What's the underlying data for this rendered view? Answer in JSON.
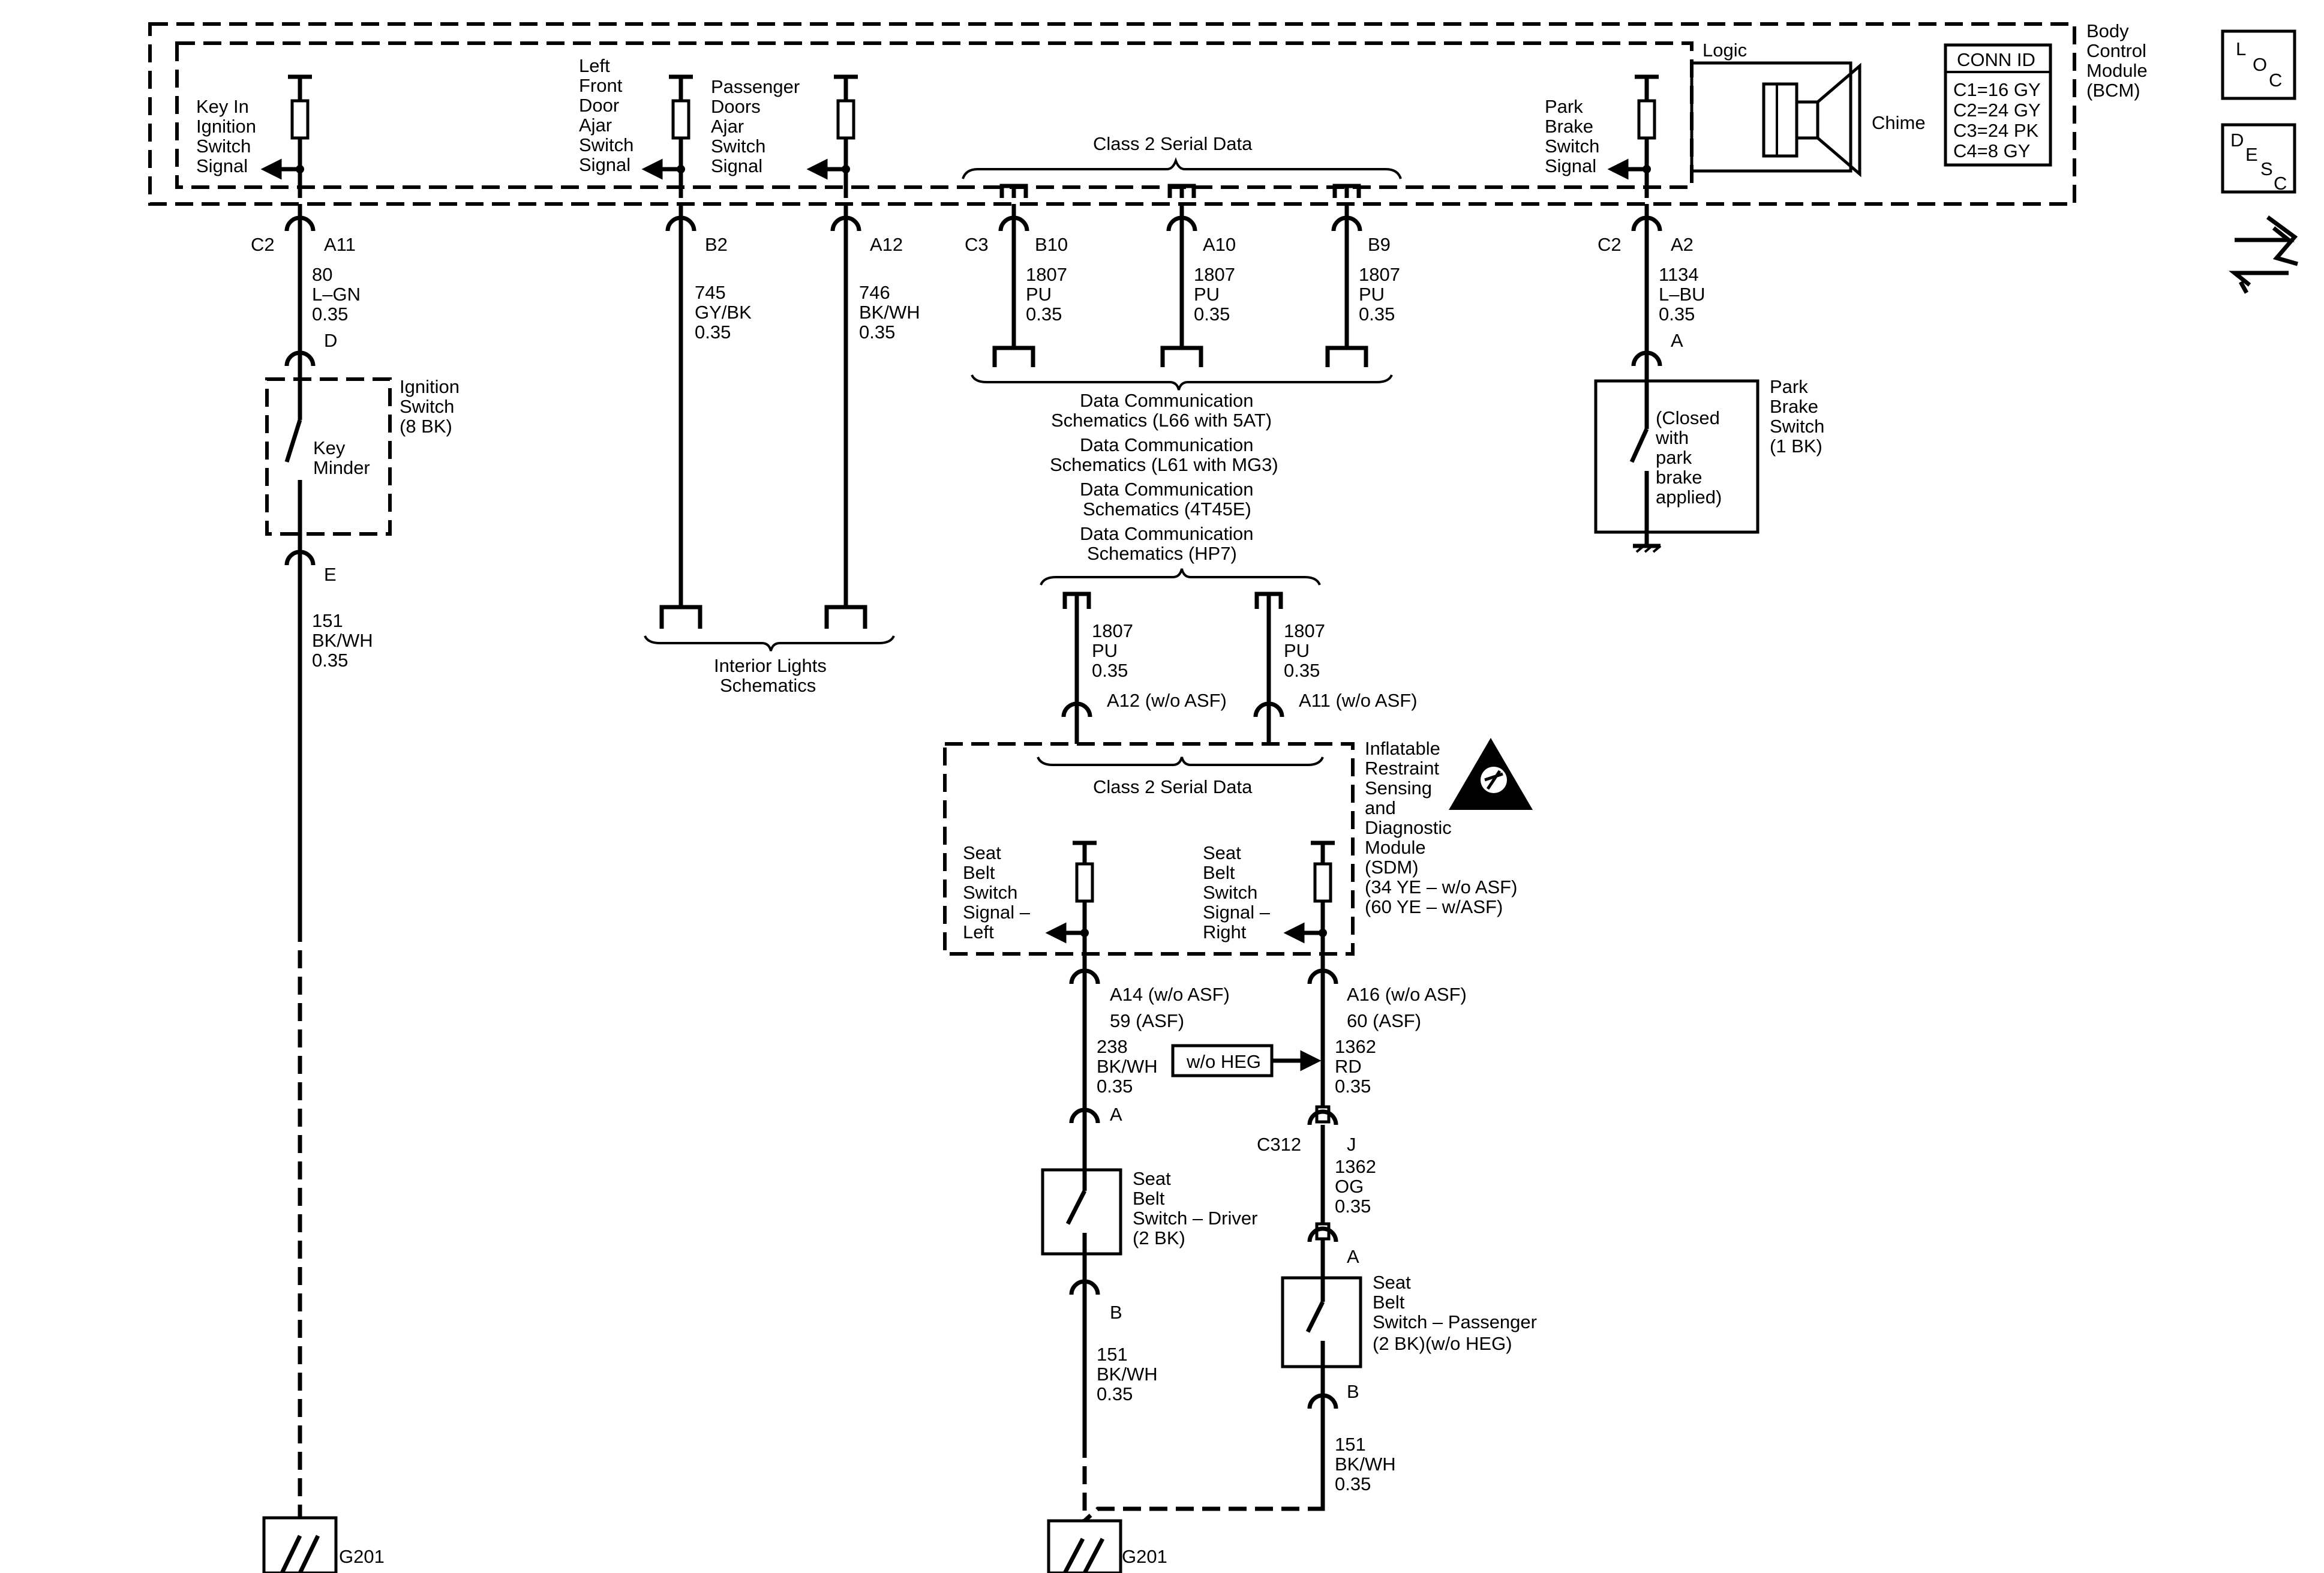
{
  "bcm": {
    "title": [
      "Body",
      "Control",
      "Module",
      "(BCM)"
    ],
    "logic": "Logic",
    "chime": "Chime",
    "conn_header": "CONN ID",
    "conn_rows": [
      "C1=16 GY",
      "C2=24 GY",
      "C3=24 PK",
      "C4=8 GY"
    ],
    "key_in": [
      "Key In",
      "Ignition",
      "Switch",
      "Signal"
    ],
    "lf_door": [
      "Left",
      "Front",
      "Door",
      "Ajar",
      "Switch",
      "Signal"
    ],
    "pass_doors": [
      "Passenger",
      "Doors",
      "Ajar",
      "Switch",
      "Signal"
    ],
    "serial": "Class 2 Serial Data",
    "park_brake_sig": [
      "Park",
      "Brake",
      "Switch",
      "Signal"
    ]
  },
  "side_icons": {
    "loc": [
      "L",
      "O",
      "C"
    ],
    "desc": [
      "D",
      "E",
      "S",
      "C"
    ],
    "connector_icon": "connector-icon"
  },
  "pins": {
    "c2_a11": [
      "C2",
      "A11"
    ],
    "b2": "B2",
    "a12": "A12",
    "c3_b10": [
      "C3",
      "B10"
    ],
    "a10": "A10",
    "b9": "B9",
    "c2_a2": [
      "C2",
      "A2"
    ]
  },
  "wires": {
    "w80": [
      "80",
      "L–GN",
      "0.35"
    ],
    "w745": [
      "745",
      "GY/BK",
      "0.35"
    ],
    "w746": [
      "746",
      "BK/WH",
      "0.35"
    ],
    "w1807a": [
      "1807",
      "PU",
      "0.35"
    ],
    "w1807b": [
      "1807",
      "PU",
      "0.35"
    ],
    "w1807c": [
      "1807",
      "PU",
      "0.35"
    ],
    "w1134": [
      "1134",
      "L–BU",
      "0.35"
    ],
    "w151a": [
      "151",
      "BK/WH",
      "0.35"
    ],
    "w1807d": [
      "1807",
      "PU",
      "0.35"
    ],
    "w1807e": [
      "1807",
      "PU",
      "0.35"
    ],
    "w238": [
      "238",
      "BK/WH",
      "0.35"
    ],
    "w1362rd": [
      "1362",
      "RD",
      "0.35"
    ],
    "w1362og": [
      "1362",
      "OG",
      "0.35"
    ],
    "w151b": [
      "151",
      "BK/WH",
      "0.35"
    ],
    "w151c": [
      "151",
      "BK/WH",
      "0.35"
    ]
  },
  "ignition": {
    "pin_d": "D",
    "pin_e": "E",
    "title": [
      "Ignition",
      "Switch",
      "(8 BK)"
    ],
    "key_minder": [
      "Key",
      "Minder"
    ]
  },
  "park_brake_switch": {
    "pin": "A",
    "title": [
      "Park",
      "Brake",
      "Switch",
      "(1 BK)"
    ],
    "note": [
      "(Closed",
      "with",
      "park",
      "brake",
      "applied)"
    ]
  },
  "interior_lights": [
    "Interior Lights",
    "Schematics"
  ],
  "data_comm": [
    "Data Communication",
    "Schematics (L66 with 5AT)",
    "Data Communication",
    "Schematics (L61 with MG3)",
    "Data Communication",
    "Schematics (4T45E)",
    "Data Communication",
    "Schematics (HP7)"
  ],
  "sdm": {
    "pin_a12": "A12 (w/o ASF)",
    "pin_a11": "A11 (w/o ASF)",
    "serial": "Class 2 Serial Data",
    "title": [
      "Inflatable",
      "Restraint",
      "Sensing",
      "and",
      "Diagnostic",
      "Module",
      "(SDM)",
      "(34 YE – w/o ASF)",
      "(60 YE – w/ASF)"
    ],
    "seat_left": [
      "Seat",
      "Belt",
      "Switch",
      "Signal –",
      "Left"
    ],
    "seat_right": [
      "Seat",
      "Belt",
      "Switch",
      "Signal –",
      "Right"
    ],
    "pin_a14": [
      "A14 (w/o ASF)",
      "59 (ASF)"
    ],
    "pin_a16": [
      "A16 (w/o ASF)",
      "60 (ASF)"
    ]
  },
  "driver_switch": {
    "pin_a": "A",
    "pin_b": "B",
    "title": [
      "Seat",
      "Belt",
      "Switch – Driver",
      "(2 BK)"
    ]
  },
  "woheg": "w/o HEG",
  "c312": {
    "conn": "C312",
    "pin": "J"
  },
  "passenger_switch": {
    "pin_a": "A",
    "pin_b": "B",
    "title": [
      "Seat",
      "Belt",
      "Switch – Passenger",
      "(2 BK)(w/o HEG)"
    ]
  },
  "grounds": [
    "G201",
    "G201"
  ]
}
